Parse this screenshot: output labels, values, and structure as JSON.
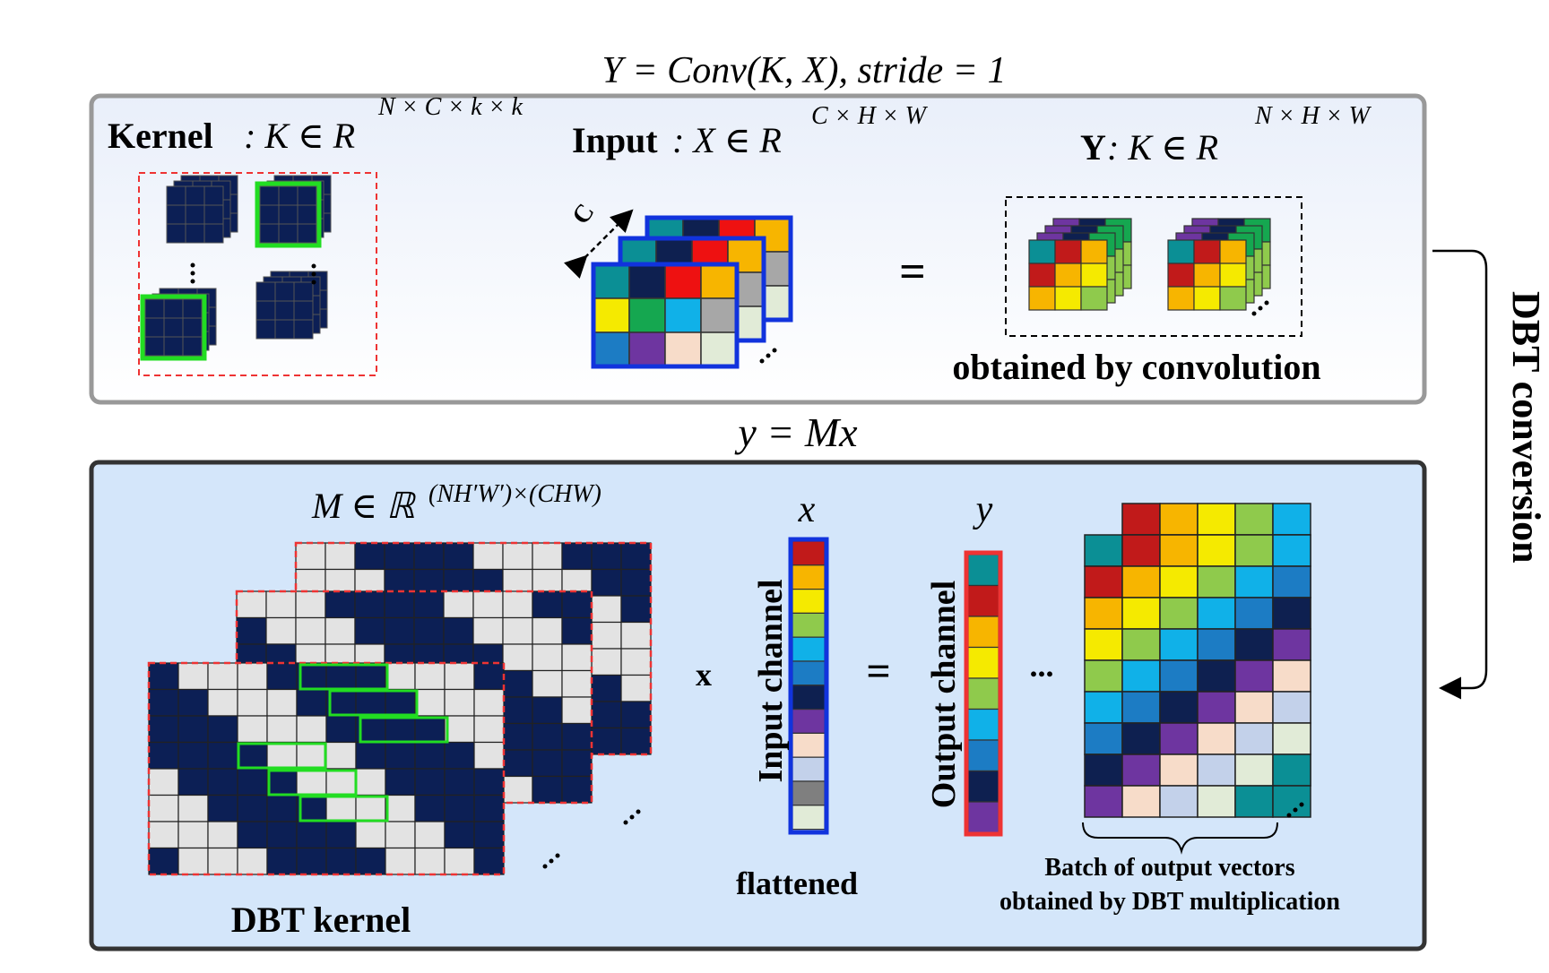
{
  "top": {
    "equation": "Y = Conv(K, X), stride = 1",
    "kernel": {
      "label": "Kernel",
      "formula": ": K ∈ R",
      "superscript": "N × C × k × k"
    },
    "input": {
      "label": "Input",
      "formula": ": X ∈ R",
      "superscript": "C × H × W",
      "channel_label": "C"
    },
    "equals": "=",
    "output": {
      "label": "Y",
      "formula": " : K ∈ R",
      "superscript": "N × H × W",
      "caption": "obtained by convolution"
    }
  },
  "side": {
    "label": "DBT conversion"
  },
  "bottom": {
    "equation": "y = Mx",
    "matrix_formula": "M ∈ ℝ",
    "matrix_superscript": "(NH′W′)×(CHW)",
    "dbt_caption": "DBT kernel",
    "multiply": "x",
    "x_label": "x",
    "input_channel": "Input channel",
    "flattened": "flattened",
    "equals": "=",
    "y_label": "y",
    "output_channel": "Output channel",
    "ellipsis": "...",
    "batch_caption_line1": "Batch of output  vectors",
    "batch_caption_line2": "obtained by  DBT  multiplication"
  },
  "colors": {
    "navy": "#0c1f55",
    "light_cell": "#e3e3e3",
    "green_outline": "#22dd22",
    "red_dashed": "#ee3333",
    "blue_outline": "#1133dd",
    "top_panel_fill": "#f1f5fc",
    "bottom_panel_fill": "#d4e6fa",
    "palette": [
      "#0b8f95",
      "#0e2050",
      "#ee1111",
      "#f7b500",
      "#f5ea00",
      "#15a750",
      "#10b1e8",
      "#a7a7a7",
      "#1c7cc4",
      "#6e35a0",
      "#f7dcc9",
      "#e1ebd7",
      "#8fca4c",
      "#c3d1ea",
      "#7f7f7f",
      "#c11a1a"
    ]
  }
}
